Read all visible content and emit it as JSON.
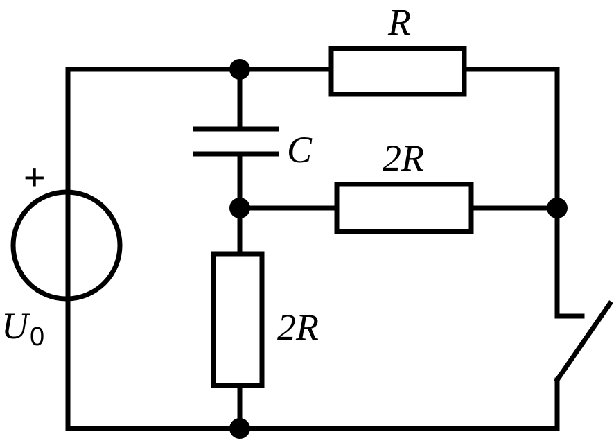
{
  "diagram": {
    "source": {
      "symbol": "U",
      "subscript": "0",
      "polarity": "+"
    },
    "resistor_top": {
      "label": "R"
    },
    "capacitor": {
      "label": "C"
    },
    "resistor_middle": {
      "label": "2R"
    },
    "resistor_vertical": {
      "label": "2R"
    },
    "switch": {
      "state": "open"
    }
  }
}
